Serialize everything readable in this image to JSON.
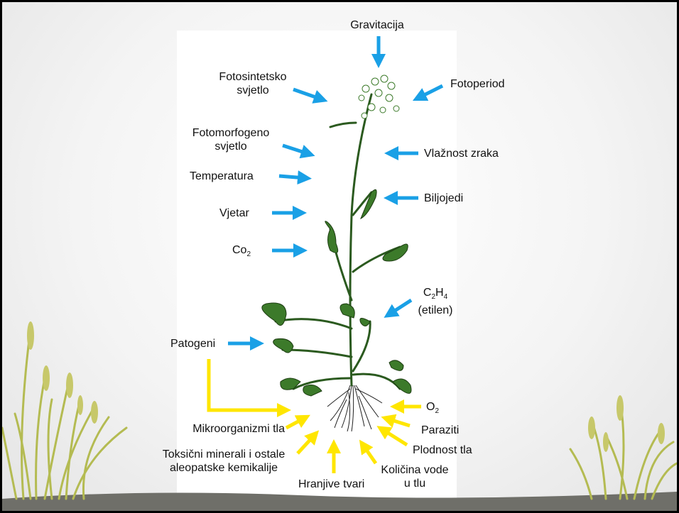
{
  "labels": {
    "gravitacija": "Gravitacija",
    "fotosintetsko_1": "Fotosintetsko",
    "fotosintetsko_2": "svjetlo",
    "fotoperiod": "Fotoperiod",
    "fotomorfogeno_1": "Fotomorfogeno",
    "fotomorfogeno_2": "svjetlo",
    "vlaznost": "Vlažnost zraka",
    "temperatura": "Temperatura",
    "biljojedi": "Biljojedi",
    "vjetar": "Vjetar",
    "co2_main": "Co",
    "co2_sub": "2",
    "c2h4_c": "C",
    "c2h4_sub1": "2",
    "c2h4_h": "H",
    "c2h4_sub2": "4",
    "etilen": "(etilen)",
    "patogeni": "Patogeni",
    "o2_main": "O",
    "o2_sub": "2",
    "mikroorganizmi": "Mikroorganizmi tla",
    "paraziti": "Paraziti",
    "plodnost": "Plodnost tla",
    "toksicni_1": "Toksični minerali i ostale",
    "toksicni_2": "aleopatske kemikalije",
    "kolicina_1": "Količina vode",
    "kolicina_2": "u tlu",
    "hranjive": "Hranjive tvari"
  },
  "colors": {
    "aboveground_arrow": "#1aa0e6",
    "soil_arrow": "#ffe600",
    "plant_green": "#3c7a2a",
    "ground": "#6f6f69"
  }
}
